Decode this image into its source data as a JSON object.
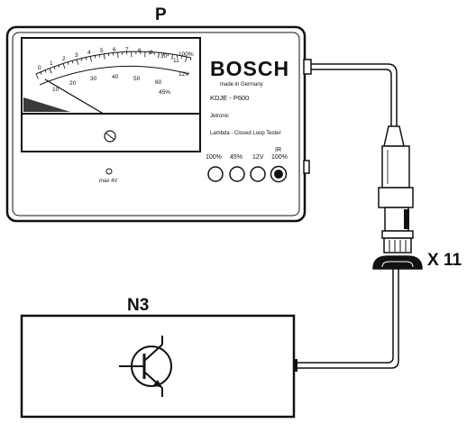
{
  "labels": {
    "tester": "P",
    "plug": "X 11",
    "module": "N3"
  },
  "tester": {
    "brand": "BOSCH",
    "made_in": "made in Germany",
    "model": "KDJE - P600",
    "line1": "Jetronic",
    "line2": "Lambda - Closed Loop Tester",
    "dial_label": "max 4V",
    "buttons": [
      "100%",
      "45%",
      "12V",
      "100%"
    ],
    "button_extra": "IR"
  },
  "meter": {
    "top_scale": [
      "0",
      "1",
      "2",
      "3",
      "4",
      "5",
      "6",
      "7",
      "8",
      "9",
      "10",
      "11"
    ],
    "bottom_scale": [
      "10",
      "20",
      "30",
      "40",
      "50",
      "60"
    ],
    "top_right_label": "100%",
    "mid_right_label": "12V",
    "bottom_right_label": "45%"
  },
  "colors": {
    "ink": "#111111",
    "paper": "#ffffff",
    "shade": "#3a3a3a"
  }
}
